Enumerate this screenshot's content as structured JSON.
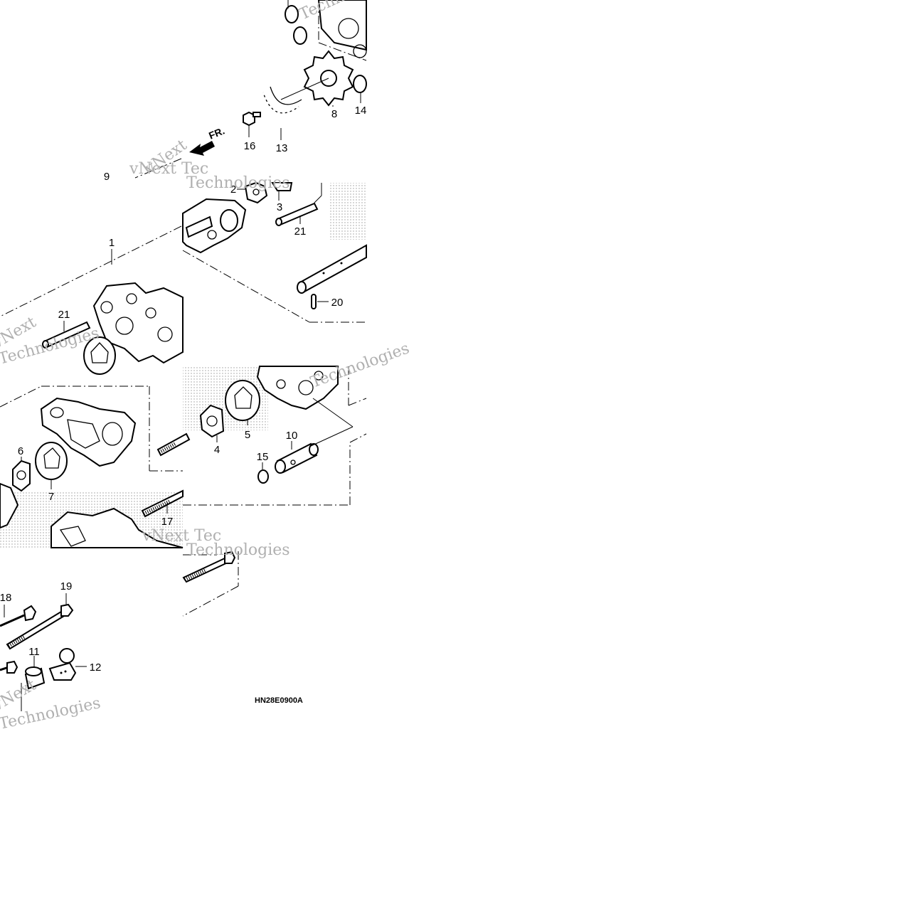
{
  "diagram": {
    "drawing_code": "HN28E0900A",
    "direction_label": "FR.",
    "watermark_lines": [
      "vNext",
      "Technologies",
      "vNext Tec"
    ],
    "callouts": {
      "c1": "1",
      "c2": "2",
      "c3": "3",
      "c4": "4",
      "c5": "5",
      "c6": "6",
      "c7": "7",
      "c8": "8",
      "c9": "9",
      "c10": "10",
      "c11": "11",
      "c12": "12",
      "c13": "13",
      "c14": "14",
      "c15": "15",
      "c16": "16",
      "c17": "17",
      "c18": "18",
      "c19": "19",
      "c20": "20",
      "c21a": "21",
      "c21b": "21"
    }
  }
}
